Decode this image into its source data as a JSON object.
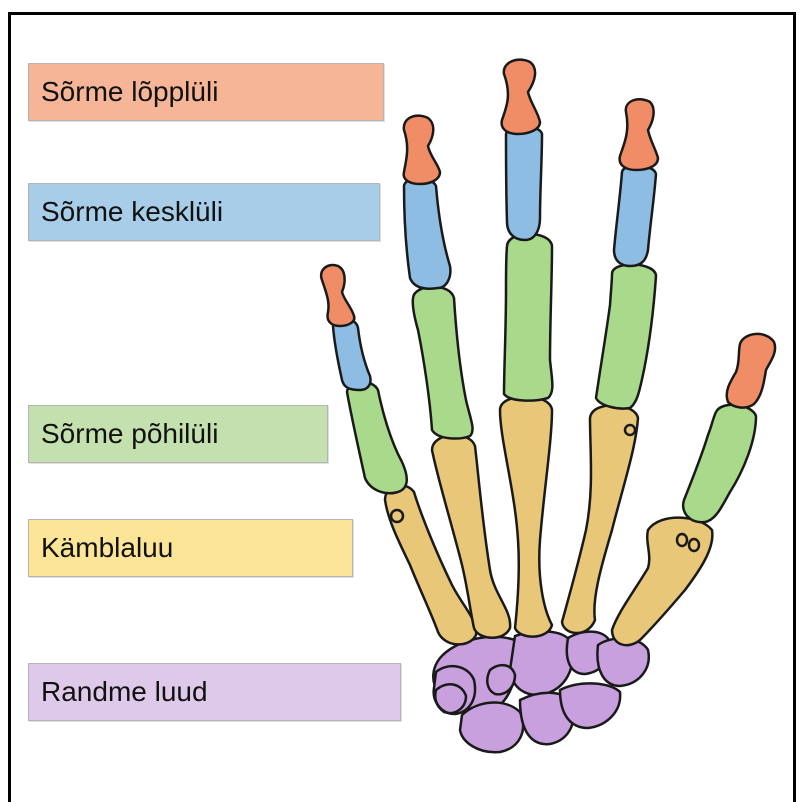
{
  "labels": {
    "distal": "Sõrme lõpplüli",
    "middle": "Sõrme kesklüli",
    "proximal": "Sõrme põhilüli",
    "metacarpal": "Kämblaluu",
    "carpal": "Randme luud"
  },
  "colors": {
    "distal": "#f5b596",
    "distal_bone": "#f08c66",
    "middle": "#a8cde8",
    "middle_bone": "#8dbde3",
    "proximal": "#c3e0ae",
    "proximal_bone": "#a9d98a",
    "metacarpal": "#fde598",
    "metacarpal_bone": "#e8c778",
    "carpal": "#dec9ea",
    "carpal_bone": "#c7a0dd",
    "outline": "#1a1a1a"
  }
}
